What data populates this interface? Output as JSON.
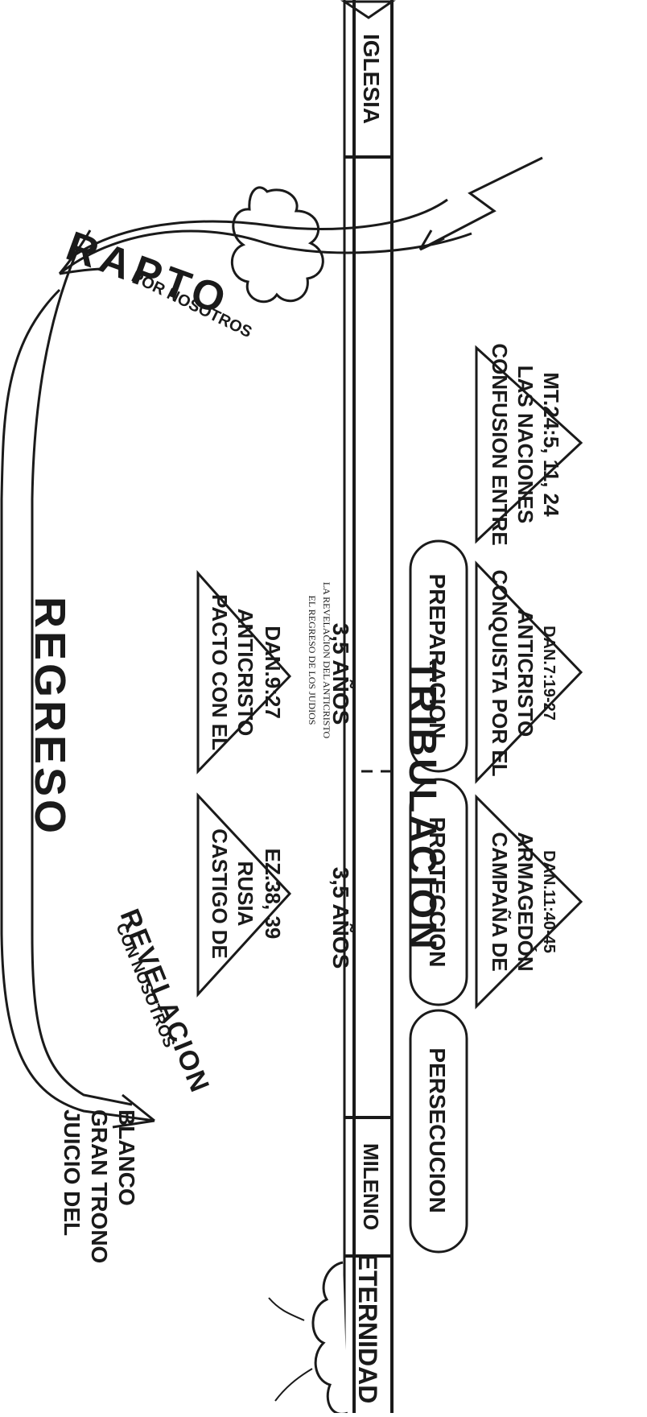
{
  "diagram": {
    "timeline": {
      "iglesia": "IGLESIA",
      "tribulacion": "TRIBULACION",
      "milenio": "MILENIO",
      "eternidad": "ETERNIDAD"
    },
    "arcs": {
      "rapto": "RAPTO",
      "por_nosotros": "POR NOSOTROS",
      "regreso": "REGRESO",
      "revelacion": "REVELACION",
      "con_nosotros": "CON NOSOTROS"
    },
    "juicio": [
      "JUICIO DEL",
      "GRAN TRONO",
      "BLANCO"
    ],
    "half_labels": [
      "3,5 AÑOS",
      "3,5 AÑOS"
    ],
    "midpoint_notes": [
      "EL REGRESO DE LOS JUDIOS",
      "LA REVELACION DEL ANTICRISTO"
    ],
    "upper_triangles": [
      {
        "lines": [
          "PACTO CON EL",
          "ANTICRISTO",
          "DAN.9:27"
        ]
      },
      {
        "lines": [
          "CASTIGO DE",
          "RUSIA",
          "EZ.38, 39"
        ]
      }
    ],
    "phases": [
      "PREPARACION",
      "PROTECCION",
      "PERSECUCION"
    ],
    "lower_triangles": [
      {
        "lines": [
          "CONFUSION ENTRE",
          "LAS NACIONES",
          "MT.24:5, 11, 24"
        ]
      },
      {
        "lines": [
          "CONQUISTA POR EL",
          "ANTICRISTO",
          "DAN.7:19-27"
        ]
      },
      {
        "lines": [
          "CAMPAÑA DE",
          "ARMAGEDÓN",
          "DAN.11:40-45"
        ]
      }
    ]
  }
}
